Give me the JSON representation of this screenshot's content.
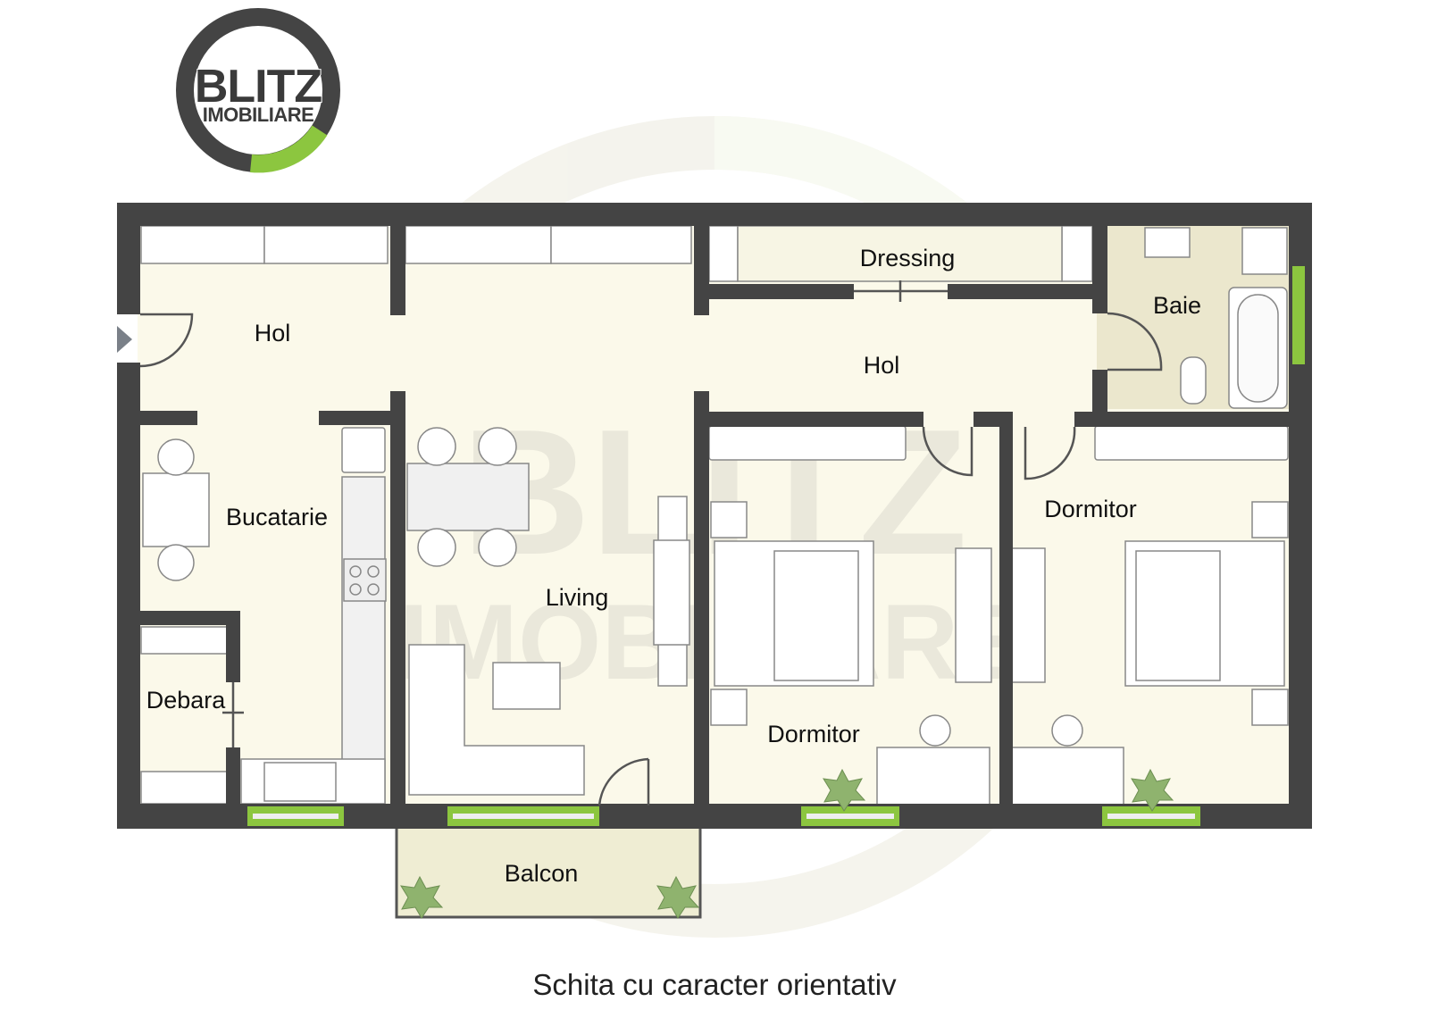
{
  "brand": {
    "line1": "BLITZ",
    "line2": "IMOBILIARE",
    "colors": {
      "dark": "#444444",
      "accent": "#8cc63f"
    }
  },
  "rooms": {
    "hol_entry": "Hol",
    "bucatarie": "Bucatarie",
    "debara": "Debara",
    "living": "Living",
    "dressing": "Dressing",
    "hol_center": "Hol",
    "baie": "Baie",
    "dormitor_1": "Dormitor",
    "dormitor_2": "Dormitor",
    "balcon": "Balcon"
  },
  "caption": "Schita cu caracter orientativ",
  "colors": {
    "wall": "#444444",
    "floor": "#fbf9ea",
    "bath_floor": "#ebe7cd",
    "balcony_floor": "#efedd3",
    "window": "#8cc63f",
    "furniture": "#ffffff",
    "plant": "#8fb36e"
  }
}
